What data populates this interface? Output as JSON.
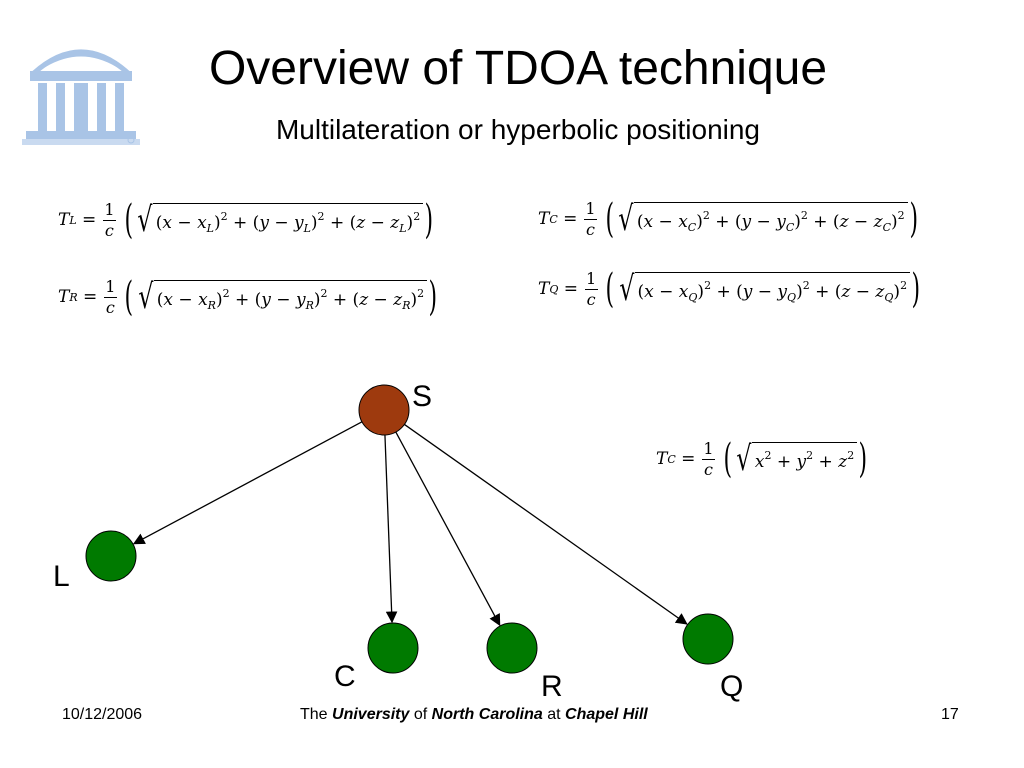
{
  "slide": {
    "title": "Overview of TDOA technique",
    "subtitle": "Multilateration or hyperbolic positioning"
  },
  "equations": {
    "one": "1",
    "c": "c",
    "T": "T",
    "sq": "2",
    "tl": {
      "sub": "L"
    },
    "tr": {
      "sub": "R"
    },
    "tc": {
      "sub": "C"
    },
    "tq": {
      "sub": "Q"
    },
    "origin": {
      "sub": "C"
    }
  },
  "diagram": {
    "nodes": [
      {
        "id": "S",
        "label": "S",
        "color": "#9e3a0e"
      },
      {
        "id": "L",
        "label": "L",
        "color": "#007a00"
      },
      {
        "id": "C",
        "label": "C",
        "color": "#007a00"
      },
      {
        "id": "R",
        "label": "R",
        "color": "#007a00"
      },
      {
        "id": "Q",
        "label": "Q",
        "color": "#007a00"
      }
    ],
    "edges": [
      {
        "from": "S",
        "to": "L"
      },
      {
        "from": "S",
        "to": "C"
      },
      {
        "from": "S",
        "to": "R"
      },
      {
        "from": "S",
        "to": "Q"
      }
    ]
  },
  "footer": {
    "date": "10/12/2006",
    "the": "The",
    "university": "University",
    "of": "of",
    "north_carolina": "North Carolina",
    "at": "at",
    "chapel_hill": "Chapel Hill",
    "page_number": "17"
  },
  "colors": {
    "logo": "#a9c4e6",
    "source_node": "#9e3a0e",
    "receiver_node": "#007a00"
  }
}
